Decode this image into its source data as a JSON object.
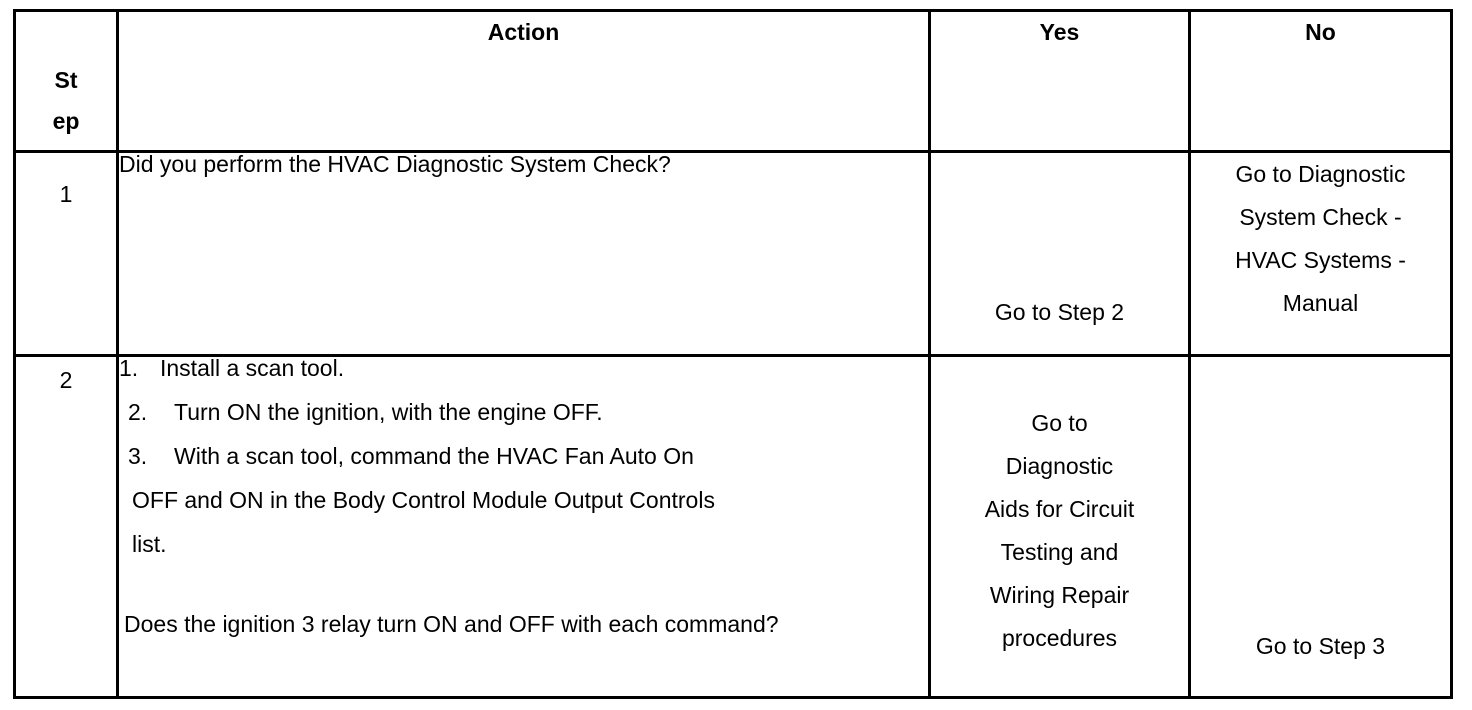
{
  "table": {
    "headers": {
      "step_line_1": "St",
      "step_line_2": "ep",
      "action": "Action",
      "yes": "Yes",
      "no": "No"
    },
    "rows": [
      {
        "step": "1",
        "action": {
          "question": "Did you perform the HVAC Diagnostic System Check?"
        },
        "yes": {
          "text": "Go to Step 2"
        },
        "no": {
          "lines": [
            "Go to Diagnostic",
            "System Check -",
            "HVAC Systems -",
            "Manual"
          ]
        }
      },
      {
        "step": "2",
        "action": {
          "items": [
            {
              "marker": "1.",
              "text": "Install a scan tool."
            },
            {
              "marker": "2.",
              "text": "Turn ON the ignition, with the engine OFF."
            },
            {
              "marker": "3.",
              "text": "With a scan tool, command the HVAC Fan Auto On"
            }
          ],
          "continuation": [
            "OFF and ON in the Body Control Module Output Controls",
            "list."
          ],
          "question": "Does the ignition 3 relay turn ON and OFF with each command?"
        },
        "yes": {
          "lines": [
            "Go to",
            "Diagnostic",
            "Aids for Circuit",
            "Testing and",
            "Wiring Repair",
            "procedures"
          ]
        },
        "no": {
          "text": "Go to Step 3"
        }
      }
    ]
  }
}
